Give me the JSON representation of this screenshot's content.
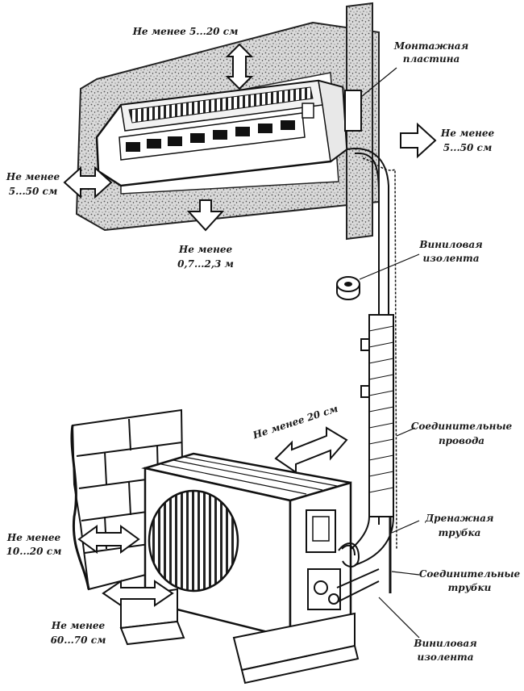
{
  "diagram": {
    "labels": {
      "top_clearance": "Не менее 5...20 см",
      "mounting_plate_line1": "Монтажная",
      "mounting_plate_line2": "пластина",
      "right_clearance_line1": "Не менее",
      "right_clearance_line2": "5...50 см",
      "left_clearance_line1": "Не менее",
      "left_clearance_line2": "5...50 см",
      "floor_clearance_line1": "Не менее",
      "floor_clearance_line2": "0,7...2,3 м",
      "vinyl_tape_top_line1": "Виниловая",
      "vinyl_tape_top_line2": "изолента",
      "rear_clearance": "Не менее 20 см",
      "wires_line1": "Соединительные",
      "wires_line2": "провода",
      "drain_line1": "Дренажная",
      "drain_line2": "трубка",
      "pipes_line1": "Соединительные",
      "pipes_line2": "трубки",
      "wall_clearance_line1": "Не менее",
      "wall_clearance_line2": "10...20 см",
      "front_clearance_line1": "Не менее",
      "front_clearance_line2": "60...70 см",
      "vinyl_tape_bottom_line1": "Виниловая",
      "vinyl_tape_bottom_line2": "изолента"
    }
  }
}
